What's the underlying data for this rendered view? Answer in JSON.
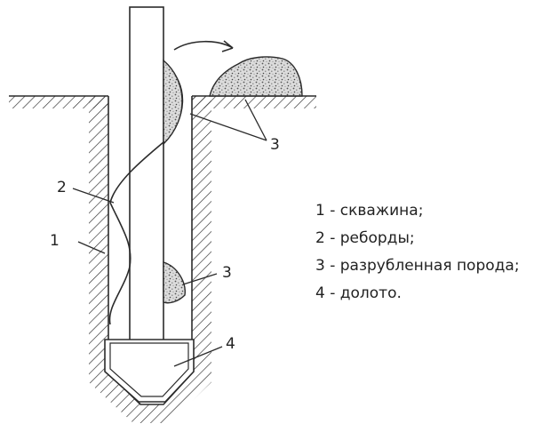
{
  "callouts": {
    "well": "1",
    "flanges": "2",
    "rock_top": "3",
    "rock_lower": "3",
    "bit": "4"
  },
  "legend": {
    "items": [
      "1 - скважина;",
      "2 - реборды;",
      "3 - разрубленная порода;",
      "4 - долото."
    ]
  },
  "colors": {
    "line": "#2b2b2b",
    "text": "#222222",
    "rock_fill": "#d9d9d9",
    "background": "#ffffff"
  }
}
